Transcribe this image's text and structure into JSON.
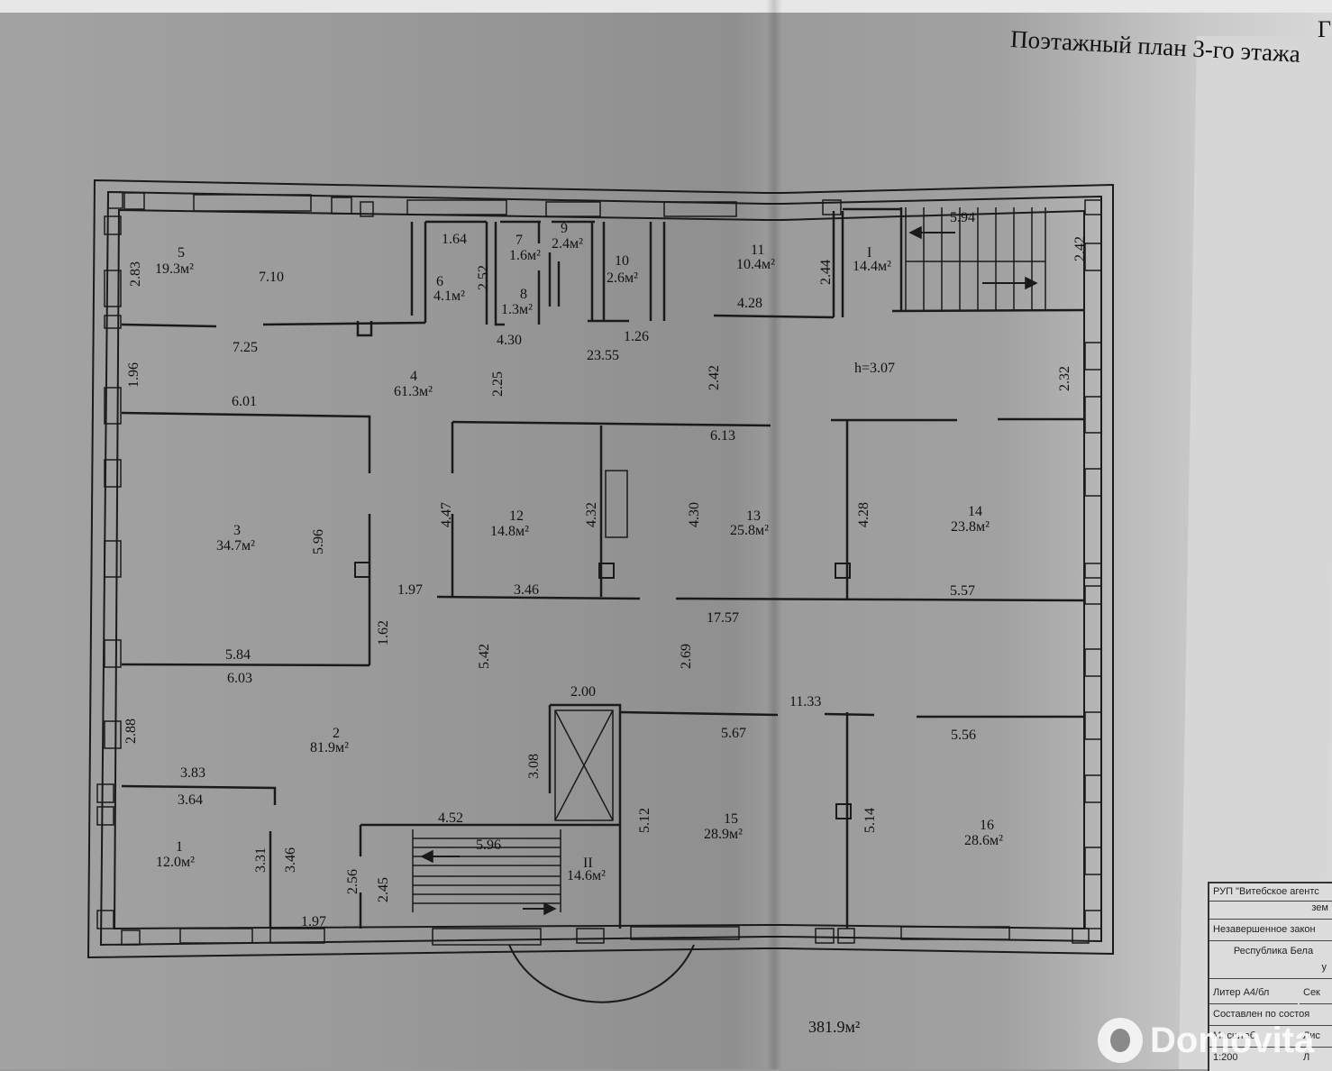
{
  "header": {
    "title": "Поэтажный план 3-го этажа",
    "page_letter": "Г"
  },
  "total_area": "381.9м²",
  "rooms": [
    {
      "num": "5",
      "area": "19.3м²"
    },
    {
      "num": "6",
      "area": "4.1м²"
    },
    {
      "num": "7",
      "area": "1.6м²"
    },
    {
      "num": "8",
      "area": "1.3м²"
    },
    {
      "num": "9",
      "area": "2.4м²"
    },
    {
      "num": "10",
      "area": "2.6м²"
    },
    {
      "num": "11",
      "area": "10.4м²"
    },
    {
      "num": "I",
      "area": "14.4м²"
    },
    {
      "num": "4",
      "area": "61.3м²"
    },
    {
      "num": "3",
      "area": "34.7м²"
    },
    {
      "num": "12",
      "area": "14.8м²"
    },
    {
      "num": "13",
      "area": "25.8м²"
    },
    {
      "num": "14",
      "area": "23.8м²"
    },
    {
      "num": "2",
      "area": "81.9м²"
    },
    {
      "num": "1",
      "area": "12.0м²"
    },
    {
      "num": "II",
      "area": "14.6м²"
    },
    {
      "num": "15",
      "area": "28.9м²"
    },
    {
      "num": "16",
      "area": "28.6м²"
    }
  ],
  "ceiling_height": "h=3.07",
  "dimensions": [
    "2.83",
    "7.10",
    "1.64",
    "2.52",
    "1.26",
    "4.30",
    "23.55",
    "4.28",
    "2.44",
    "5.94",
    "2.42",
    "7.25",
    "1.96",
    "2.25",
    "2.42",
    "2.32",
    "6.01",
    "6.13",
    "4.47",
    "4.32",
    "4.30",
    "4.28",
    "5.96",
    "1.97",
    "3.46",
    "5.57",
    "17.57",
    "1.62",
    "5.42",
    "2.69",
    "5.84",
    "6.03",
    "2.00",
    "11.33",
    "2.88",
    "5.67",
    "5.56",
    "3.08",
    "3.83",
    "3.64",
    "5.12",
    "5.14",
    "4.52",
    "5.96",
    "3.31",
    "3.46",
    "2.56",
    "2.45",
    "1.97"
  ],
  "stamp": {
    "org": "РУП \"Витебское агентс",
    "org2": "зем",
    "line1": "Незавершенное закон",
    "line2": "Республика Бела",
    "line3": "у",
    "liter": "Литер А4/бл",
    "liter2": "Сек",
    "compiled": "Составлен по состоя",
    "scale": "Масштаб",
    "sheet": "Лис",
    "scale_val": "1:200",
    "sheet2": "Л"
  },
  "watermark": "Domovita"
}
